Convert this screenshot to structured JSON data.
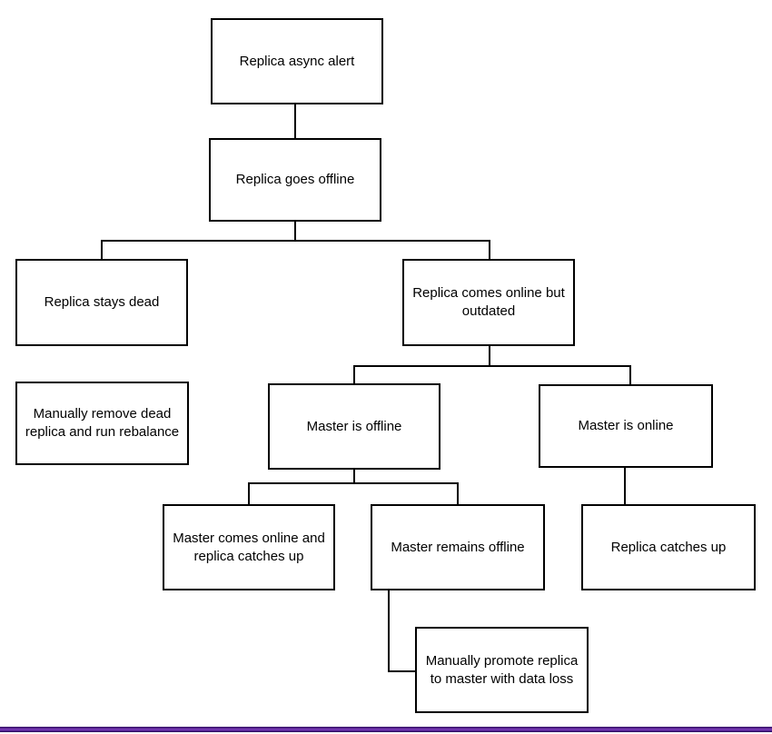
{
  "diagram": {
    "type": "flowchart",
    "title_node": "Replica async alert",
    "background_color": "#ffffff",
    "node_fill_color": "#ffffff",
    "node_border_color": "#000000",
    "connector_color": "#000000",
    "footer_bar_colors": [
      "#2f1163",
      "#5b2492",
      "#7e3fc0",
      "#240b52"
    ],
    "nodes": {
      "replica_async_alert": "Replica async alert",
      "replica_goes_offline": "Replica goes offline",
      "replica_stays_dead": "Replica stays dead",
      "replica_comes_online_but_outdated": "Replica comes online but outdated",
      "manually_remove_dead_replica": "Manually remove dead replica and run rebalance",
      "master_is_offline": "Master is offline",
      "master_is_online": "Master is online",
      "master_comes_online_replica_catches_up": "Master comes online and replica catches up",
      "master_remains_offline": "Master remains offline",
      "replica_catches_up": "Replica catches up",
      "manually_promote_replica": "Manually promote replica to master with data loss"
    },
    "edges": [
      {
        "from": "replica_async_alert",
        "to": "replica_goes_offline"
      },
      {
        "from": "replica_goes_offline",
        "to": "replica_stays_dead"
      },
      {
        "from": "replica_goes_offline",
        "to": "replica_comes_online_but_outdated"
      },
      {
        "from": "replica_stays_dead",
        "to": "manually_remove_dead_replica"
      },
      {
        "from": "replica_comes_online_but_outdated",
        "to": "master_is_offline"
      },
      {
        "from": "replica_comes_online_but_outdated",
        "to": "master_is_online"
      },
      {
        "from": "master_is_offline",
        "to": "master_comes_online_replica_catches_up"
      },
      {
        "from": "master_is_offline",
        "to": "master_remains_offline"
      },
      {
        "from": "master_is_online",
        "to": "replica_catches_up"
      },
      {
        "from": "master_remains_offline",
        "to": "manually_promote_replica"
      }
    ]
  }
}
